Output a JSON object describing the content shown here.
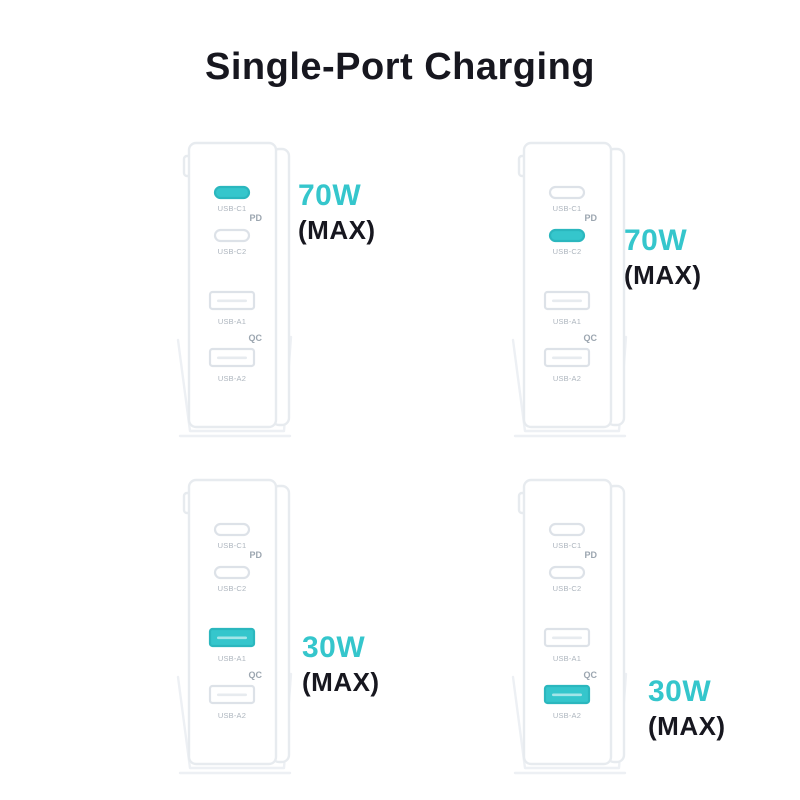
{
  "title": "Single-Port Charging",
  "labels": {
    "pd": "PD",
    "qc": "QC"
  },
  "ports": {
    "c1": "USB-C1",
    "c2": "USB-C2",
    "a1": "USB-A1",
    "a2": "USB-A2"
  },
  "colors": {
    "accent": "#35C6CC",
    "accent_stroke": "#2BB7BE",
    "ink": "#17171F"
  },
  "panels": [
    {
      "highlighted_port": "USB-C1",
      "watt": "70W",
      "max_label": "(MAX)"
    },
    {
      "highlighted_port": "USB-C2",
      "watt": "70W",
      "max_label": "(MAX)"
    },
    {
      "highlighted_port": "USB-A1",
      "watt": "30W",
      "max_label": "(MAX)"
    },
    {
      "highlighted_port": "USB-A2",
      "watt": "30W",
      "max_label": "(MAX)"
    }
  ]
}
